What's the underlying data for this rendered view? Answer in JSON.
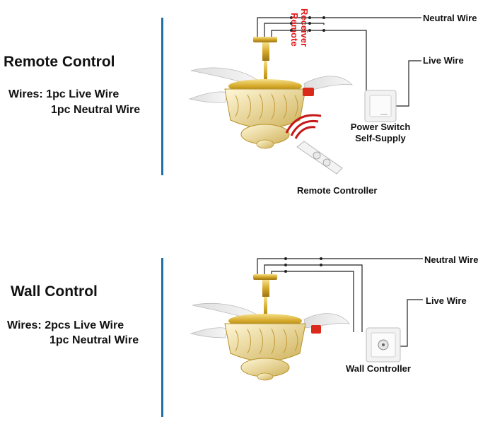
{
  "remote_section": {
    "title": "Remote Control",
    "wires_line1": "Wires: 1pc Live Wire",
    "wires_line2": "1pc Neutral Wire",
    "neutral_wire": "Neutral Wire",
    "live_wire": "Live Wire",
    "receiver": "Receiver",
    "remote": "Remote",
    "power_switch": "Power Switch",
    "self_supply": "Self-Supply",
    "remote_controller": "Remote Controller"
  },
  "wall_section": {
    "title": "Wall Control",
    "wires_line1": "Wires: 2pcs Live Wire",
    "wires_line2": "1pc Neutral Wire",
    "neutral_wire": "Neutral Wire",
    "live_wire": "Live Wire",
    "wall_controller": "Wall Controller"
  },
  "colors": {
    "divider": "#1f6fa8",
    "label_red": "#e01818",
    "gold": "#d4a829"
  }
}
